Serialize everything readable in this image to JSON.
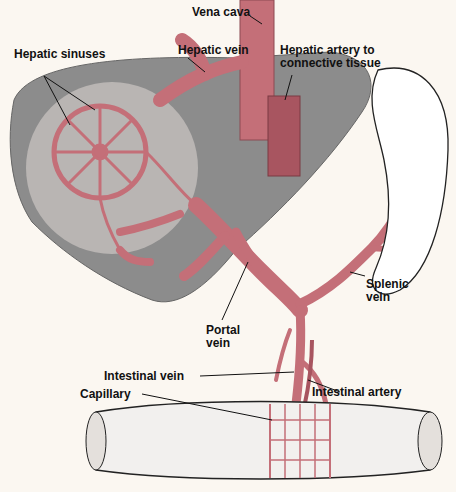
{
  "diagram": {
    "labels": [
      "Vena cava",
      "Hepatic vein",
      "Hepatic sinuses",
      "Hepatic artery to connective tissue",
      "Splenic vein",
      "Portal vein",
      "Intestinal vein",
      "Capillary",
      "Intestinal artery"
    ]
  }
}
